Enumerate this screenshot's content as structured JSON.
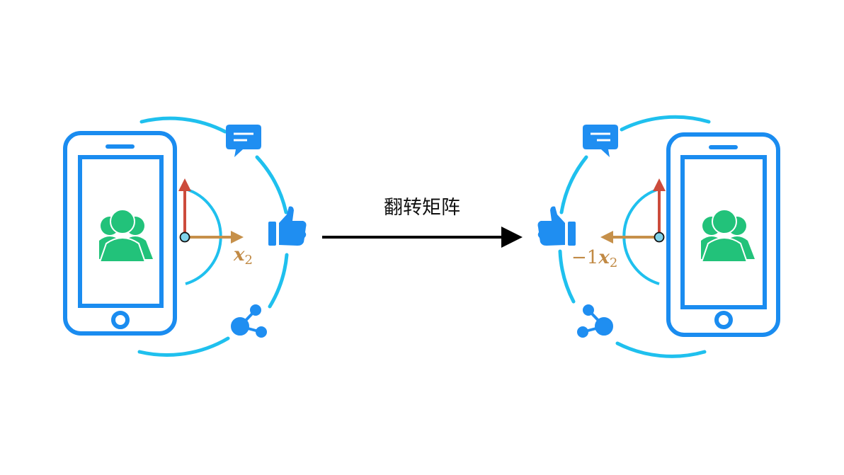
{
  "caption": "翻转矩阵",
  "left_axis_label": {
    "var": "x",
    "sub": "2"
  },
  "right_axis_label": {
    "coef": "−1",
    "var": "x",
    "sub": "2"
  },
  "colors": {
    "phone": "#1a8cf0",
    "icon": "#1f8ef1",
    "arc": "#1fc0ee",
    "people": "#22c27a",
    "axis_up": "#cc4b3c",
    "axis_x": "#c6904a",
    "label": "#c18a45",
    "origin_fill": "#7fd3ea",
    "arrow": "#000000"
  },
  "icons": {
    "phone": "smartphone-icon",
    "people": "user-group-icon",
    "chat": "chat-bubble-icon",
    "like": "thumbs-up-icon",
    "share": "share-icon"
  }
}
